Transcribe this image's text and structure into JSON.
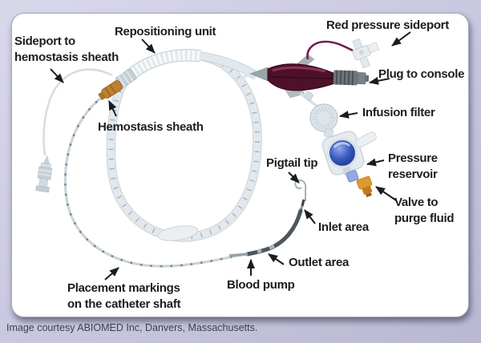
{
  "caption": {
    "text": "Image courtesy ABIOMED Inc, Danvers, Massachusetts."
  },
  "labels": {
    "sideport": "Sideport to\nhemostasis sheath",
    "repositioning": "Repositioning unit",
    "red_pressure": "Red pressure sideport",
    "plug_console": "Plug to console",
    "infusion_filter": "Infusion filter",
    "hemostasis": "Hemostasis sheath",
    "pigtail": "Pigtail tip",
    "pressure_reservoir": "Pressure\nreservoir",
    "valve_purge": "Valve to\npurge fluid",
    "inlet": "Inlet area",
    "outlet": "Outlet area",
    "blood_pump": "Blood pump",
    "placement": "Placement markings\non the catheter shaft"
  },
  "colors": {
    "frame_lavender": "#c9c8e0",
    "card_white": "#ffffff",
    "label_text": "#1d1d1d",
    "caption_text": "#3a3e52",
    "handle_maroon": "#4e1129",
    "wire_purple": "#722057",
    "hemostasis_orange": "#bf8030",
    "purge_valve_orange": "#dd9a2e",
    "reservoir_blue": "#3a5cc4",
    "pump_dark": "#4d565c",
    "tube_light": "#e2e8ed",
    "arrow_black": "#1c1c1c"
  }
}
